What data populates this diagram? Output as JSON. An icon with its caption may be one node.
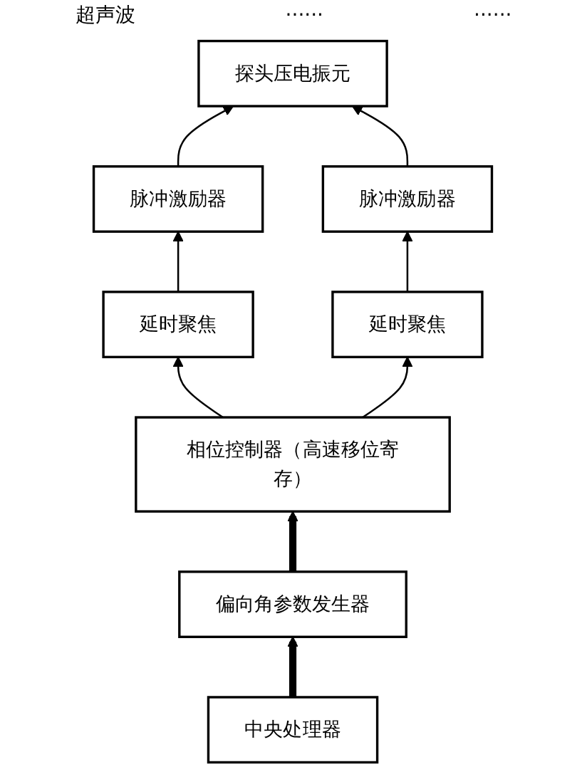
{
  "diagram": {
    "nodes": [
      {
        "text": [
          "探头压电振元"
        ]
      },
      {
        "text": [
          "脉冲激励器"
        ]
      },
      {
        "text": [
          "脉冲激励器"
        ]
      },
      {
        "text": [
          "延时聚焦"
        ]
      },
      {
        "text": [
          "延时聚焦"
        ]
      },
      {
        "text": [
          "相位控制器（高速移位寄存）"
        ]
      },
      {
        "text": [
          "偏向角参数发生器"
        ]
      },
      {
        "text": [
          "中央处理器"
        ]
      }
    ],
    "edges": [
      {
        "from": 1,
        "to": 0,
        "arrow": "to"
      },
      {
        "from": 2,
        "to": 0,
        "arrow": "to"
      },
      {
        "from": 3,
        "to": 1,
        "arrow": "to"
      },
      {
        "from": 4,
        "to": 2,
        "arrow": "to"
      },
      {
        "from": 5,
        "to": 3,
        "arrow": "to"
      },
      {
        "from": 5,
        "to": 4,
        "arrow": "to"
      },
      {
        "from": 6,
        "to": 5,
        "arrow": "to",
        "style": "thick"
      },
      {
        "from": 7,
        "to": 6,
        "arrow": "to",
        "style": "thick"
      }
    ],
    "labels": [
      "超声波",
      "······",
      "······"
    ]
  }
}
